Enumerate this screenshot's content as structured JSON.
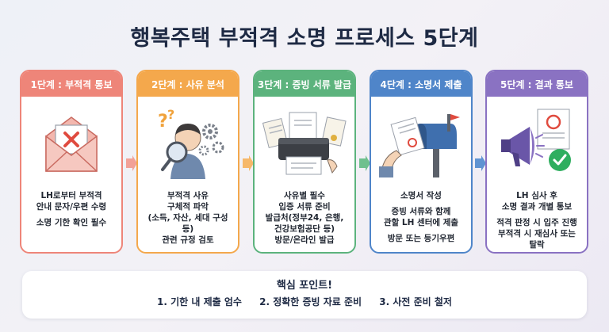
{
  "title": "행복주택 부적격 소명 프로세스 5단계",
  "colors": {
    "step1": "#ee8579",
    "step2": "#f4a84c",
    "step3": "#5cb37d",
    "step4": "#4f85c9",
    "step5": "#8a72c2"
  },
  "steps": [
    {
      "header": "1단계 : 부적격 통보",
      "icon": "envelope-with-x-icon",
      "lines": [
        "LH로부터 부적격",
        "안내 문자/우편 수령",
        "",
        "소명 기한 확인 필수"
      ]
    },
    {
      "header": "2단계 : 사유 분석",
      "icon": "person-magnifier-gears-icon",
      "lines": [
        "부적격 사유",
        "구체적 파악",
        "(소득, 자산, 세대 구성 등)",
        "관련 규정 검토"
      ]
    },
    {
      "header": "3단계 : 증빙 서류 발급",
      "icon": "printer-documents-icon",
      "lines": [
        "사유별 필수",
        "입증 서류 준비",
        "발급처(정부24, 은행,",
        "건강보험공단 등)",
        "방문/온라인 발급"
      ]
    },
    {
      "header": "4단계 : 소명서 제출",
      "icon": "mailbox-letter-icon",
      "lines": [
        "소명서 작성",
        "",
        "증빙 서류와 함께",
        "관할 LH 센터에 제출",
        "",
        "방문 또는 등기우편"
      ]
    },
    {
      "header": "5단계 : 결과 통보",
      "icon": "megaphone-check-icon",
      "lines": [
        "LH 심사 후",
        "소명 결과 개별 통보",
        "",
        "적격 판정 시 입주 진행",
        "부적격 시 재심사 또는",
        "탈락"
      ]
    }
  ],
  "points": {
    "title": "핵심 포인트!",
    "items": [
      "1. 기한 내 제출 엄수",
      "2. 정확한 증빙 자료 준비",
      "3. 사전 준비 철저"
    ]
  }
}
